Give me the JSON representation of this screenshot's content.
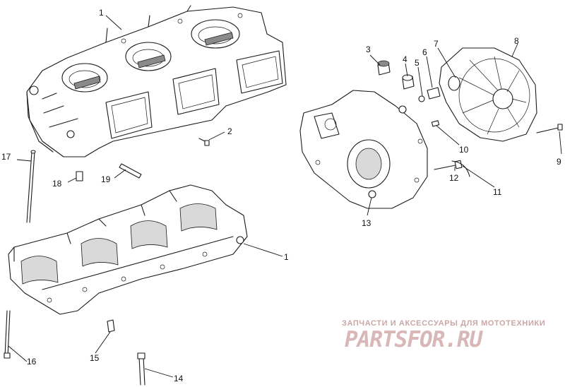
{
  "diagram": {
    "callouts": [
      {
        "num": "1"
      },
      {
        "num": "2"
      },
      {
        "num": "3"
      },
      {
        "num": "4"
      },
      {
        "num": "5"
      },
      {
        "num": "6"
      },
      {
        "num": "7"
      },
      {
        "num": "8"
      },
      {
        "num": "9"
      },
      {
        "num": "10"
      },
      {
        "num": "11"
      },
      {
        "num": "12"
      },
      {
        "num": "13"
      },
      {
        "num": "14"
      },
      {
        "num": "15"
      },
      {
        "num": "16"
      },
      {
        "num": "17"
      },
      {
        "num": "18"
      },
      {
        "num": "19"
      },
      {
        "num": "1"
      }
    ]
  },
  "watermark": {
    "tagline": "ЗАПЧАСТИ И АКСЕССУАРЫ ДЛЯ МОТОТЕХНИКИ",
    "logo": "PARTSFOR.RU",
    "color": "#d9b7b7"
  }
}
